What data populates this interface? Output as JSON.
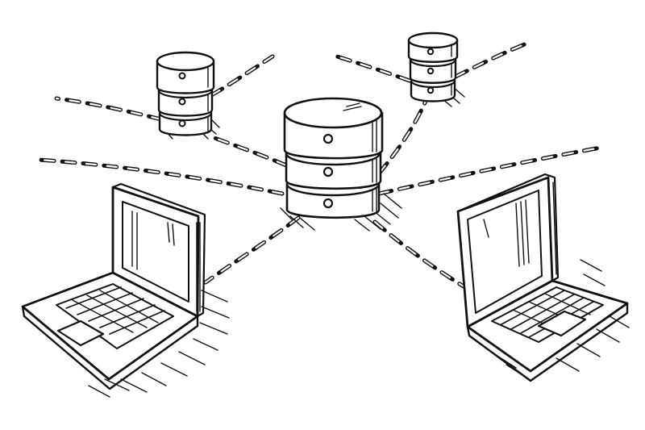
{
  "diagram": {
    "subject": "network-topology",
    "style": "hand-drawn ink sketch",
    "colors": {
      "ink": "#111111",
      "paper": "#ffffff"
    },
    "nodes": [
      {
        "id": "central-server",
        "kind": "server-stack",
        "disks": 3
      },
      {
        "id": "server-left",
        "kind": "server-stack",
        "disks": 3
      },
      {
        "id": "server-right",
        "kind": "server-stack",
        "disks": 3
      },
      {
        "id": "laptop-left",
        "kind": "laptop"
      },
      {
        "id": "laptop-right",
        "kind": "laptop"
      }
    ],
    "connections": [
      {
        "from": "central-server",
        "to": "laptop-left",
        "style": "dashed"
      },
      {
        "from": "central-server",
        "to": "laptop-right",
        "style": "dashed"
      },
      {
        "from": "central-server",
        "to": "server-left",
        "style": "dashed"
      },
      {
        "from": "central-server",
        "to": "server-right",
        "style": "dashed"
      },
      {
        "from": "central-server",
        "to": "offscreen-left",
        "style": "dashed"
      },
      {
        "from": "central-server",
        "to": "offscreen-right",
        "style": "dashed"
      },
      {
        "from": "server-left",
        "to": "offscreen-upper-left",
        "style": "dashed"
      },
      {
        "from": "server-left",
        "to": "offscreen-upper-right",
        "style": "dashed"
      },
      {
        "from": "server-right",
        "to": "offscreen-upper-left",
        "style": "dashed"
      },
      {
        "from": "server-right",
        "to": "offscreen-upper-right",
        "style": "dashed"
      }
    ]
  }
}
